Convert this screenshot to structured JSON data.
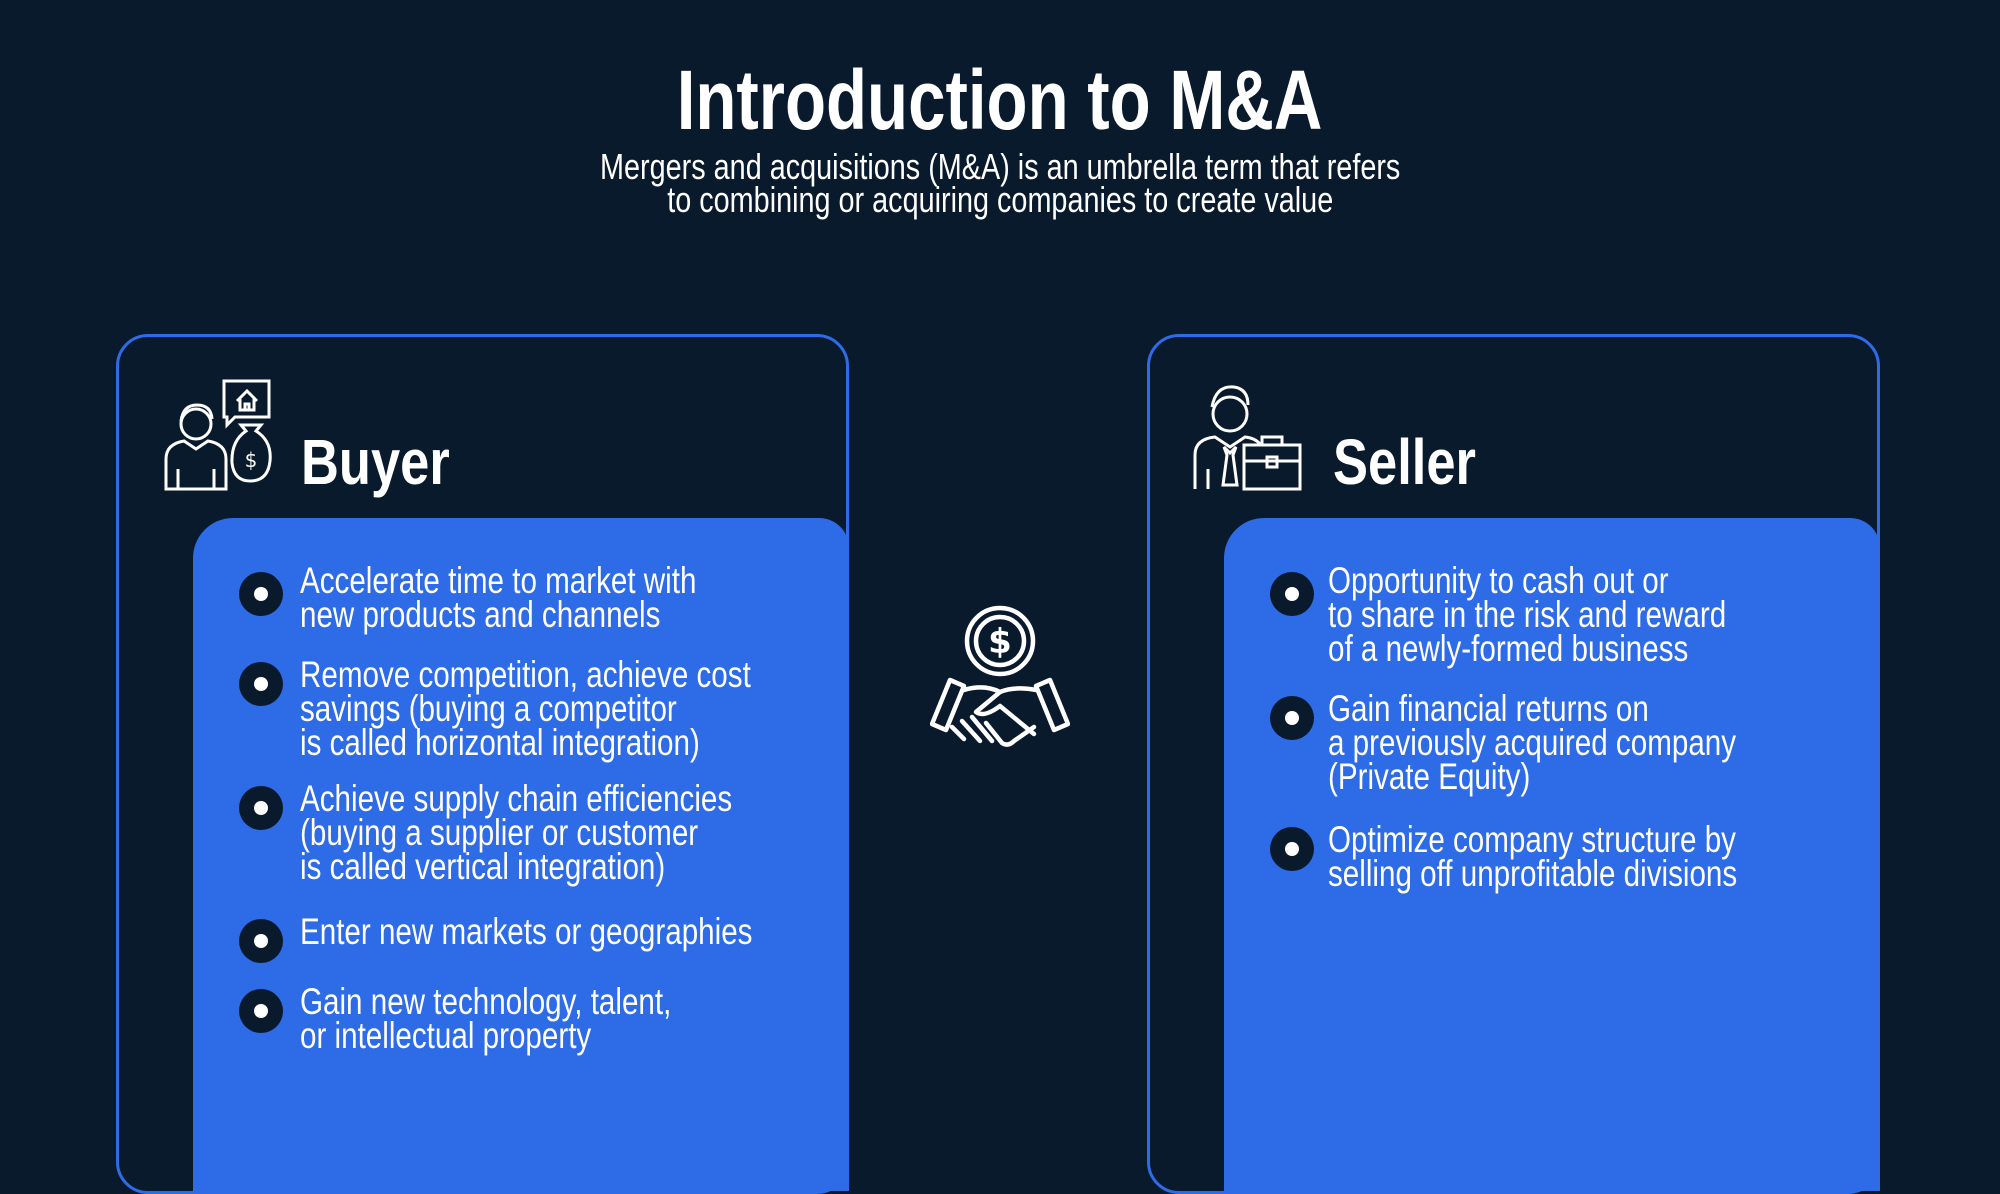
{
  "header": {
    "title": "Introduction to M&A",
    "subtitle_line1": "Mergers and acquisitions (M&A) is an umbrella term that refers",
    "subtitle_line2": "to combining or acquiring companies to create value"
  },
  "buyer": {
    "heading": "Buyer",
    "icon": "buyer-person-house-moneybag-icon",
    "items": [
      "Accelerate time to market with\nnew products and channels",
      "Remove competition, achieve cost\nsavings (buying a competitor\nis called horizontal integration)",
      "Achieve supply chain efficiencies\n(buying a supplier or customer\nis called vertical integration)",
      "Enter new markets or geographies",
      "Gain new technology, talent,\nor intellectual property"
    ]
  },
  "seller": {
    "heading": "Seller",
    "icon": "seller-businessman-briefcase-icon",
    "items": [
      "Opportunity to cash out or\nto share in the risk and reward\nof a newly-formed business",
      "Gain financial returns on\na previously acquired company\n(Private Equity)",
      "Optimize company structure by\nselling off unprofitable divisions"
    ]
  },
  "center_icon": "handshake-dollar-icon",
  "colors": {
    "background": "#0a1a2d",
    "accent": "#2e6be6",
    "text": "#ffffff"
  }
}
